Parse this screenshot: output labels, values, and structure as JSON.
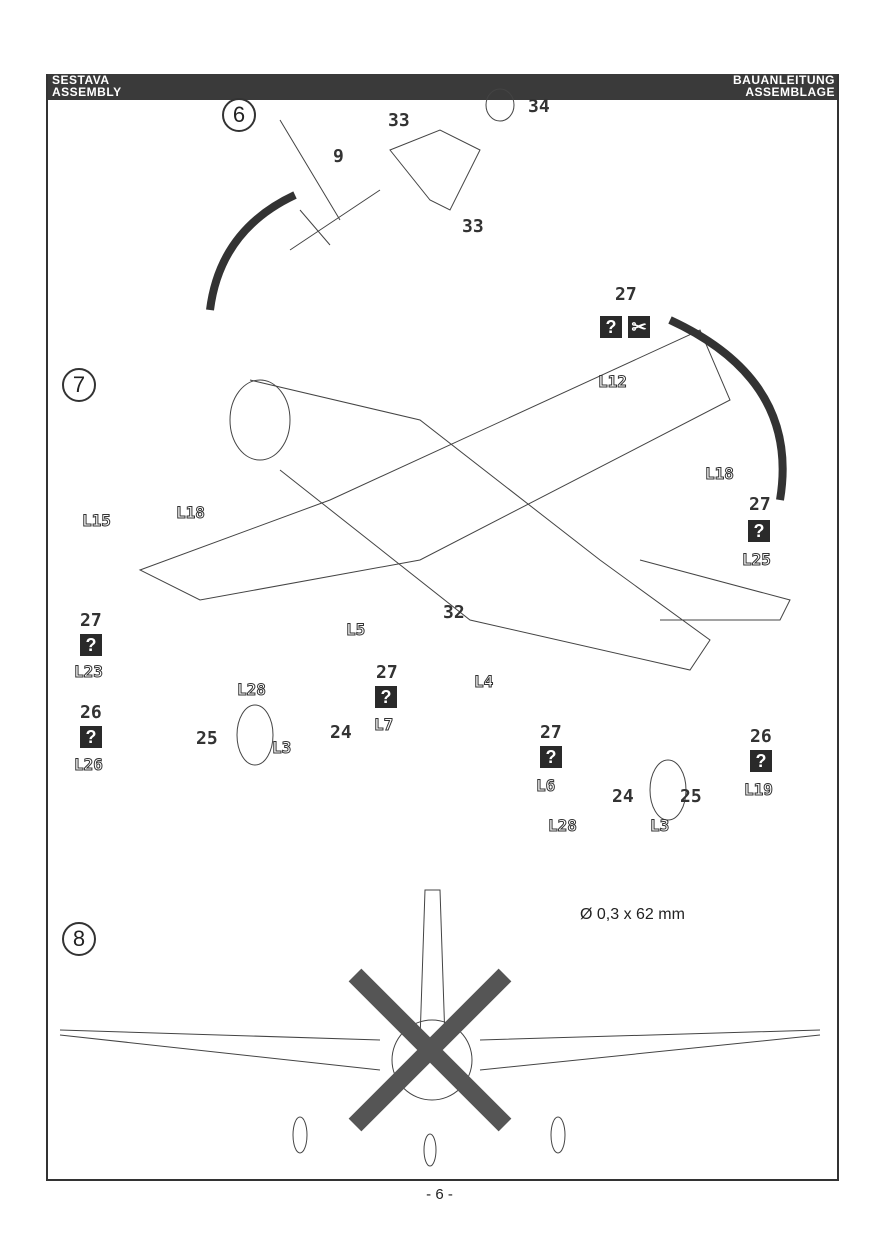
{
  "header": {
    "left": [
      "SESTAVA",
      "ASSEMBLY"
    ],
    "right": [
      "BAUANLEITUNG",
      "ASSEMBLAGE"
    ]
  },
  "steps": [
    "6",
    "7",
    "8"
  ],
  "step6_parts": [
    "9",
    "33",
    "34",
    "33"
  ],
  "step7": {
    "parts": [
      "27",
      "L12",
      "L18",
      "27",
      "L25",
      "L15",
      "L18",
      "27",
      "L23",
      "L5",
      "32",
      "L4",
      "27",
      "L7",
      "L28",
      "26",
      "L26",
      "25",
      "L3",
      "24",
      "27",
      "L6",
      "26",
      "L19",
      "24",
      "25",
      "L28",
      "L3"
    ],
    "question_icon": "?",
    "scissors_icon": "✂"
  },
  "step8": {
    "wire_spec": "Ø 0,3 x 62 mm"
  },
  "page_number": "- 6 -"
}
